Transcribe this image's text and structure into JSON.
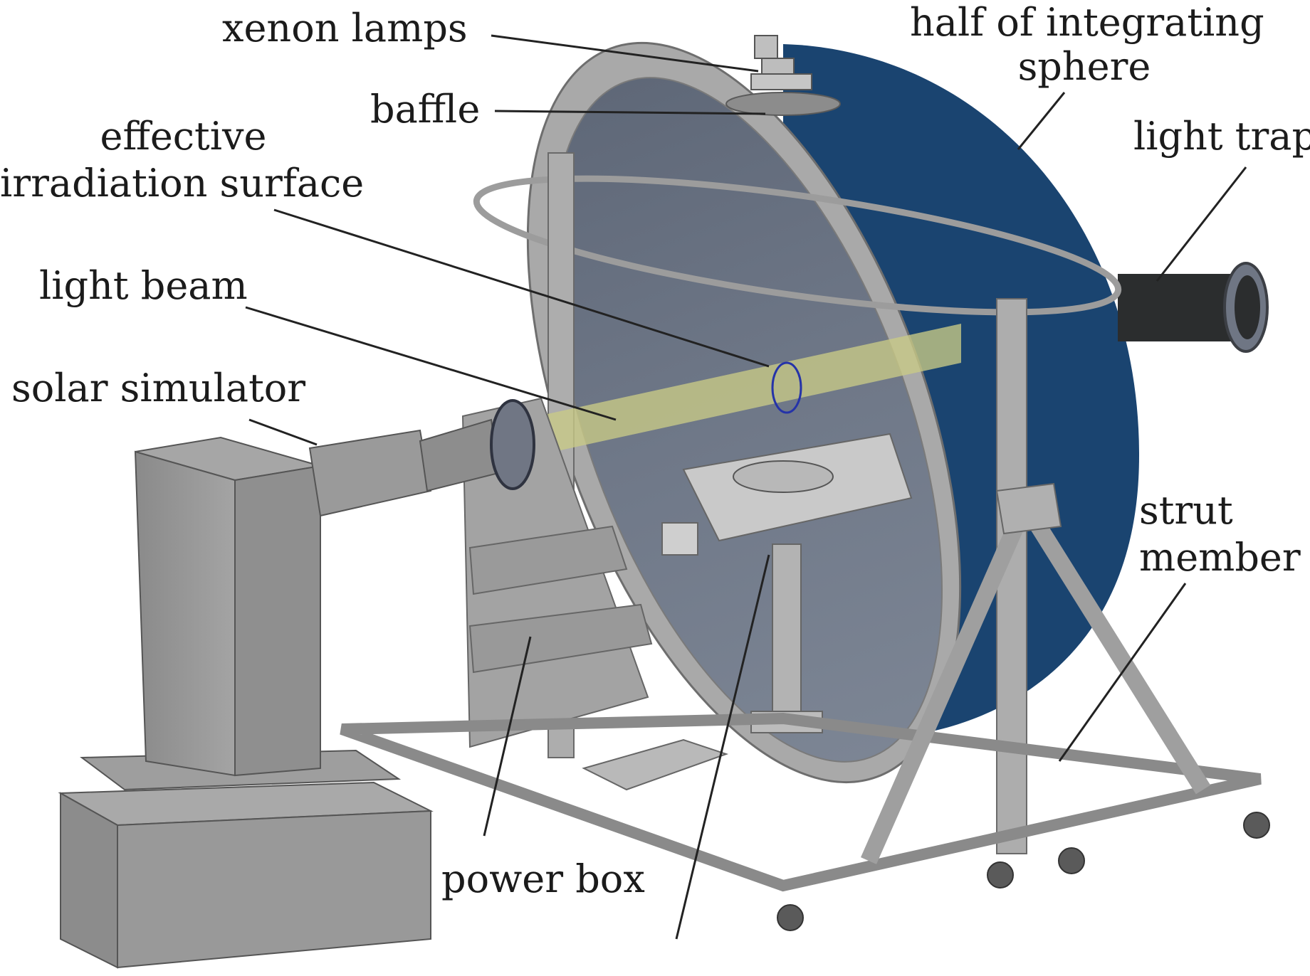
{
  "labels": {
    "xenon_lamps": "xenon lamps",
    "half_sphere_line1": "half of integrating",
    "half_sphere_line2": "sphere",
    "baffle": "baffle",
    "effective_line1": "effective",
    "effective_line2": "irradiation surface",
    "light_trap": "light trap",
    "light_beam": "light beam",
    "solar_simulator": "solar simulator",
    "strut_line1": "strut",
    "strut_line2": "member",
    "power_box": "power box"
  },
  "colors": {
    "sphere_blue": "#1a4470",
    "sphere_inner": "#6c7584",
    "frame": "#a6a6a6",
    "simulator": "#8e8e8e",
    "beam": "#c9cb86",
    "leader": "#222222",
    "text": "#1b1b1b"
  }
}
